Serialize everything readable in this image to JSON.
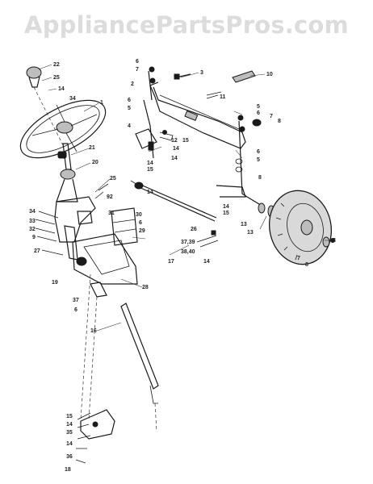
{
  "watermark": "AppliancePartsPros.com",
  "callouts": [
    {
      "text": "22"
    },
    {
      "text": "25"
    },
    {
      "text": "14"
    },
    {
      "text": "34"
    },
    {
      "text": "1"
    },
    {
      "text": "21"
    },
    {
      "text": "20"
    },
    {
      "text": "25"
    },
    {
      "text": "92"
    },
    {
      "text": "31"
    },
    {
      "text": "34"
    },
    {
      "text": "33"
    },
    {
      "text": "32"
    },
    {
      "text": "9"
    },
    {
      "text": "27"
    },
    {
      "text": "30"
    },
    {
      "text": "6"
    },
    {
      "text": "29"
    },
    {
      "text": "19"
    },
    {
      "text": "28"
    },
    {
      "text": "37"
    },
    {
      "text": "6"
    },
    {
      "text": "16"
    },
    {
      "text": "15"
    },
    {
      "text": "14"
    },
    {
      "text": "35"
    },
    {
      "text": "14"
    },
    {
      "text": "36"
    },
    {
      "text": "18"
    },
    {
      "text": "6"
    },
    {
      "text": "7"
    },
    {
      "text": "2"
    },
    {
      "text": "6"
    },
    {
      "text": "5"
    },
    {
      "text": "4"
    },
    {
      "text": "3"
    },
    {
      "text": "10"
    },
    {
      "text": "11"
    },
    {
      "text": "12"
    },
    {
      "text": "15"
    },
    {
      "text": "14"
    },
    {
      "text": "14"
    },
    {
      "text": "15"
    },
    {
      "text": "14"
    },
    {
      "text": "14"
    },
    {
      "text": "5"
    },
    {
      "text": "6"
    },
    {
      "text": "7"
    },
    {
      "text": "8"
    },
    {
      "text": "6"
    },
    {
      "text": "5"
    },
    {
      "text": "8"
    },
    {
      "text": "14"
    },
    {
      "text": "15"
    },
    {
      "text": "13"
    },
    {
      "text": "13"
    },
    {
      "text": "26"
    },
    {
      "text": "37,39"
    },
    {
      "text": "38,40"
    },
    {
      "text": "17"
    },
    {
      "text": "14"
    },
    {
      "text": "3"
    },
    {
      "text": "7"
    },
    {
      "text": "8"
    }
  ]
}
